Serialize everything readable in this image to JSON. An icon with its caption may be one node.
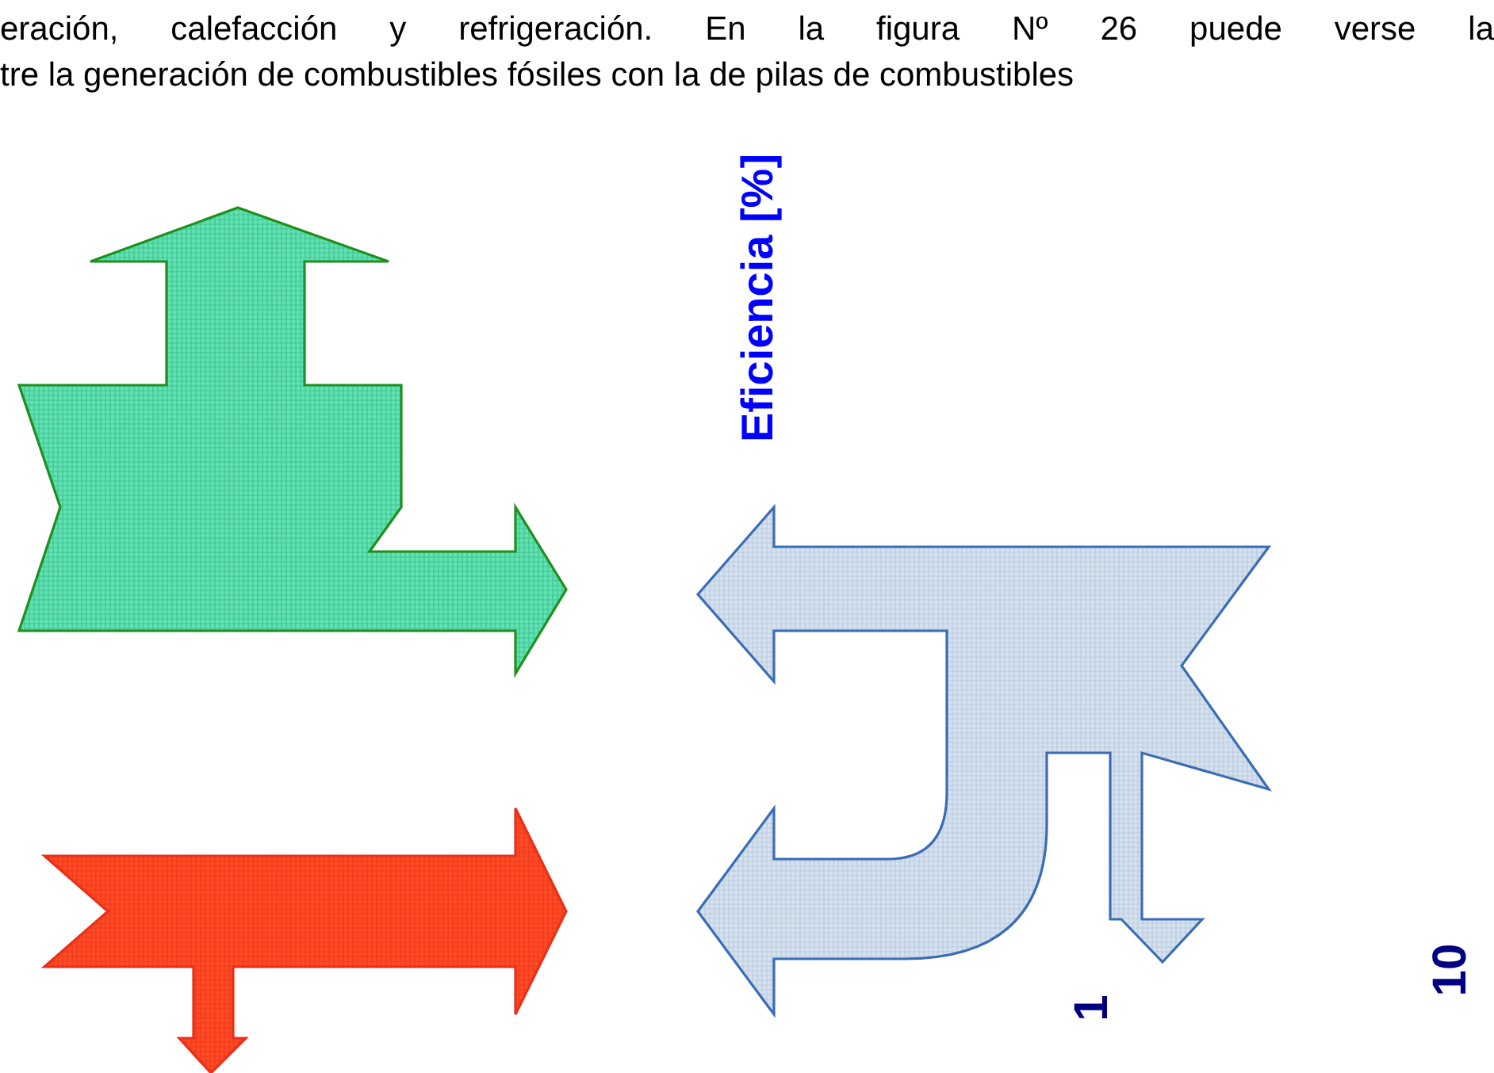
{
  "diagram": {
    "labels": [
      "eración, calefacción y refrigeración. En la figura Nº 26 puede verse la",
      "tre la generación de combustibles fósiles con la de pilas de combustibles",
      "Eficiencia [%]",
      "1",
      "10"
    ]
  }
}
